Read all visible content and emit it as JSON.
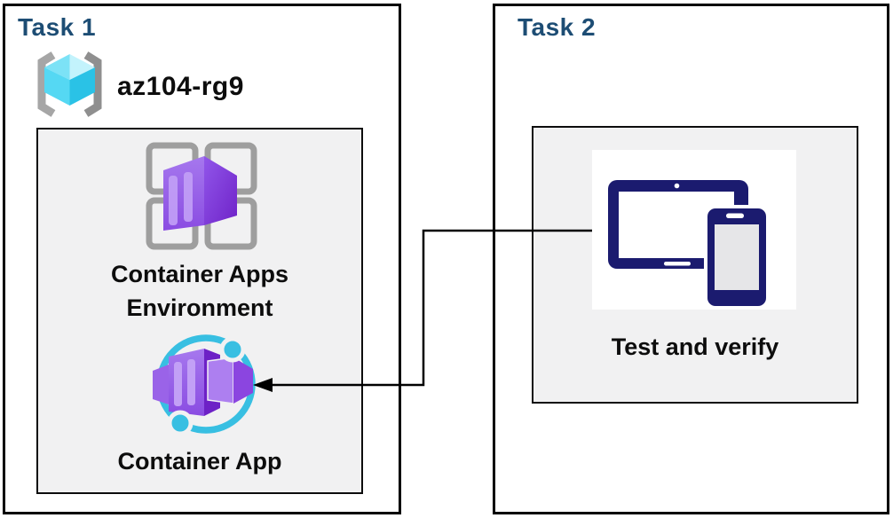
{
  "task1": {
    "title": "Task 1",
    "resource_group": {
      "icon": "resource-group-icon",
      "name": "az104-rg9"
    },
    "environment": {
      "icon": "container-apps-environment-icon",
      "label": "Container Apps Environment"
    },
    "app": {
      "icon": "container-app-icon",
      "label": "Container App"
    }
  },
  "task2": {
    "title": "Task 2",
    "verify": {
      "icon": "devices-icon",
      "label": "Test and verify"
    }
  },
  "connector": {
    "type": "elbow-arrow",
    "from": "Test and verify",
    "to": "Container App"
  },
  "colors": {
    "task_title_blue": "#1d4d74",
    "box_border": "#000000",
    "panel_fill": "#f1f1f2",
    "label_text": "#0d0d0d",
    "device_navy": "#1b1b6f",
    "phone_screen_gray": "#e6e6e8",
    "orbit_cyan": "#38bfe2",
    "container_purple_front": "#a678ee",
    "container_purple_side": "#6f23c8",
    "container_stripe": "#c2a0f6",
    "rg_cube_cyan": "#55d8f3",
    "bracket_gray": "#a6a6a6"
  }
}
